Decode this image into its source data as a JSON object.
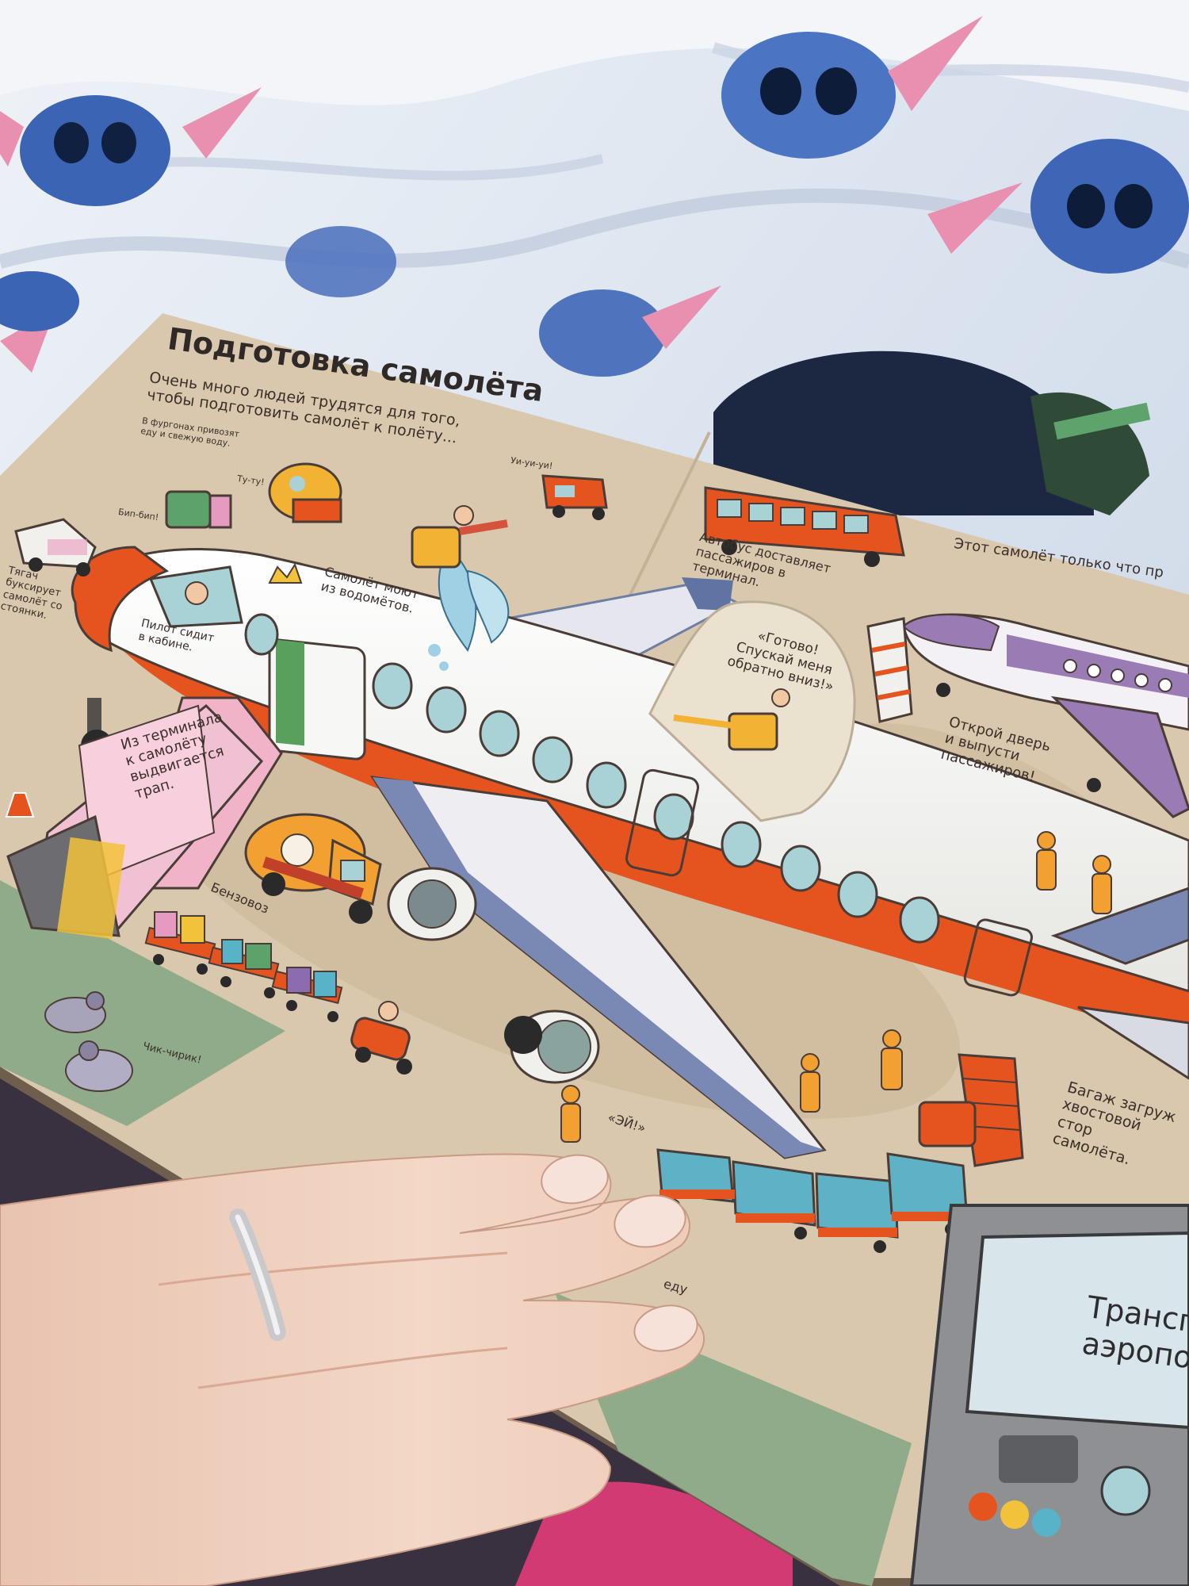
{
  "book": {
    "title": "Подготовка самолёта",
    "intro": "Очень много людей трудятся для того,\nчтобы подготовить самолёт к полёту...",
    "captions": {
      "van_food": "В фургонах привозят\nеду и свежую воду.",
      "sound_tu": "Ту-ту!",
      "sound_bip": "Бип-бип!",
      "sound_uiui": "Уи-уи-уи!",
      "tug": "Тягач\nбуксирует\nсамолёт со\nстоянки.",
      "pilot": "Пилот сидит\nв кабине.",
      "washing": "Самолёт моют\nиз водомётов.",
      "bus": "Автобус доставляет\nпассажиров в\nтерминал.",
      "just_arrived": "Этот самолёт только что пр",
      "ready_bubble": "«Готово!\nСпускай меня\nобратно вниз!»",
      "open_door": "Открой дверь\nи выпусти\nпассажиров!",
      "jet_bridge": "Из терминала\nк самолёту\nвыдвигается\nтрап.",
      "fuel_truck": "Бензовоз",
      "birds": "Чик-чирик!",
      "hey": "«ЭЙ!»",
      "baggage": "Багаж загруж\nхвостовой стор\nсамолёта.",
      "cart_label": "еду",
      "transport_screen": "Трансп\nаэропор"
    }
  },
  "colors": {
    "page_tan": "#d9c8ad",
    "plane_white": "#f4f3ef",
    "plane_orange": "#e5541f",
    "window_blue": "#a9d2d6",
    "grass_green": "#8fab8a",
    "purple_plane": "#9a7bb4",
    "blanket": "#e7ecf3",
    "stitch_blue": "#3c63b3",
    "skin": "#f1d2c0"
  }
}
